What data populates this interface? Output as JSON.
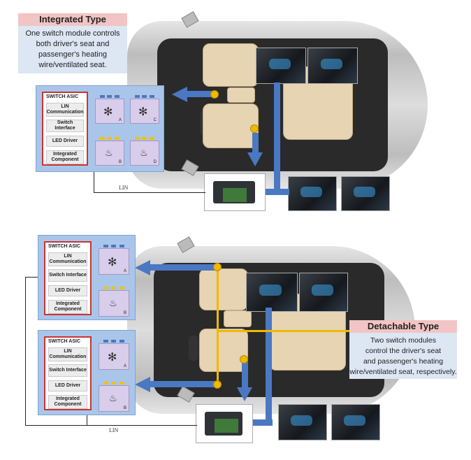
{
  "integrated": {
    "title": "Integrated Type",
    "desc_lines": [
      "One switch module controls",
      "both driver's seat and",
      "passenger's heating",
      "wire/ventilated seat."
    ]
  },
  "detachable": {
    "title": "Detachable Type",
    "desc_lines": [
      "Two switch modules",
      "control the driver's seat",
      "and passenger's heating",
      "wire/ventilated seat, respectively."
    ]
  },
  "asic": {
    "title": "SWITCH ASIC",
    "rows": [
      "LIN Communication",
      "Switch Interface",
      "LED Driver",
      "Integrated Component"
    ]
  },
  "modules_top": [
    "A",
    "B",
    "C",
    "D"
  ],
  "modules_bottom": [
    "A",
    "B"
  ],
  "lin_label": "LIN",
  "colors": {
    "arrow": "#4a78c2",
    "signal": "#f0b800",
    "title_bg": "#f2c4c4",
    "panel_bg": "#a9c6ea"
  }
}
